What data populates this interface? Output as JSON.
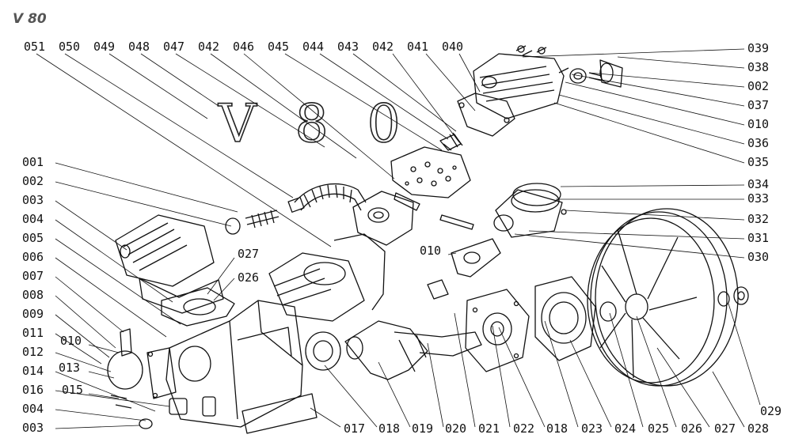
{
  "header": {
    "corner_title": "V 80",
    "center_title": "V 8 0"
  },
  "top_labels": [
    "051",
    "050",
    "049",
    "048",
    "047",
    "042",
    "046",
    "045",
    "044",
    "043",
    "042",
    "041",
    "040"
  ],
  "right_labels": [
    "039",
    "038",
    "002",
    "037",
    "010",
    "036",
    "035",
    "034",
    "033",
    "032",
    "031",
    "030"
  ],
  "left_labels": [
    "001",
    "002",
    "003",
    "004",
    "005",
    "006",
    "007",
    "008",
    "009",
    "011",
    "012",
    "014",
    "016",
    "004",
    "003"
  ],
  "inner_labels": [
    "027",
    "026",
    "010",
    "013",
    "015",
    "010"
  ],
  "bottom_labels": [
    "017",
    "018",
    "019",
    "020",
    "021",
    "022",
    "018",
    "023",
    "024",
    "025",
    "026",
    "027",
    "028"
  ],
  "corner_right_label": "029",
  "colors": {
    "ink": "#111111",
    "corner_title": "#555555"
  }
}
